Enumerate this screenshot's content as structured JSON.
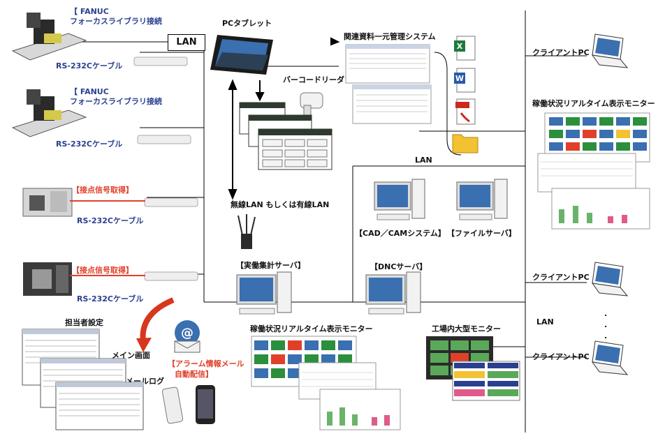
{
  "machines": [
    {
      "title_line1": "【 FANUC",
      "title_line2": "フォーカスライブラリ接続",
      "cable": "RS-232Cケーブル"
    },
    {
      "title_line1": "【 FANUC",
      "title_line2": "フォーカスライブラリ接続",
      "cable": "RS-232Cケーブル"
    },
    {
      "title_line1": "【接点信号取得】",
      "cable": "RS-232Cケーブル"
    },
    {
      "title_line1": "【接点信号取得】",
      "cable": "RS-232Cケーブル"
    }
  ],
  "lan_box": "LAN",
  "pc_tablet": "PCタブレット",
  "barcode_reader": "バーコードリーダ",
  "doc_system": "関連資料一元管理システム",
  "file_icons": [
    "excel-icon",
    "word-icon",
    "pdf-icon",
    "folder-icon"
  ],
  "wireless_lan": "無線LAN もしくは有線LAN",
  "lan_mid": "LAN",
  "cad_cam": "【CAD／CAMシステム】",
  "file_server": "【ファイルサーバ】",
  "collection_server": "【実働集計サーバ】",
  "dnc_server": "【DNCサーバ】",
  "client_pc_1": "クライアントPC",
  "realtime_monitor_right": "稼働状況リアルタイム表示モニター",
  "client_pc_2": "クライアントPC",
  "lan_right": "LAN",
  "client_pc_3": "クライアントPC",
  "dots": ".",
  "person_setting": "担当者設定",
  "main_screen": "メイン画面",
  "mail_log": "メールログ",
  "alarm_mail_line1": "【アラーム情報メール",
  "alarm_mail_line2": "自動配信】",
  "realtime_monitor_bottom": "稼働状況リアルタイム表示モニター",
  "factory_monitor": "工場内大型モニター",
  "colors": {
    "label_blue": "#2a3f8f",
    "label_red": "#e0402a",
    "arrow_red": "#d9361e",
    "screen_blue": "#3a6fb0"
  }
}
